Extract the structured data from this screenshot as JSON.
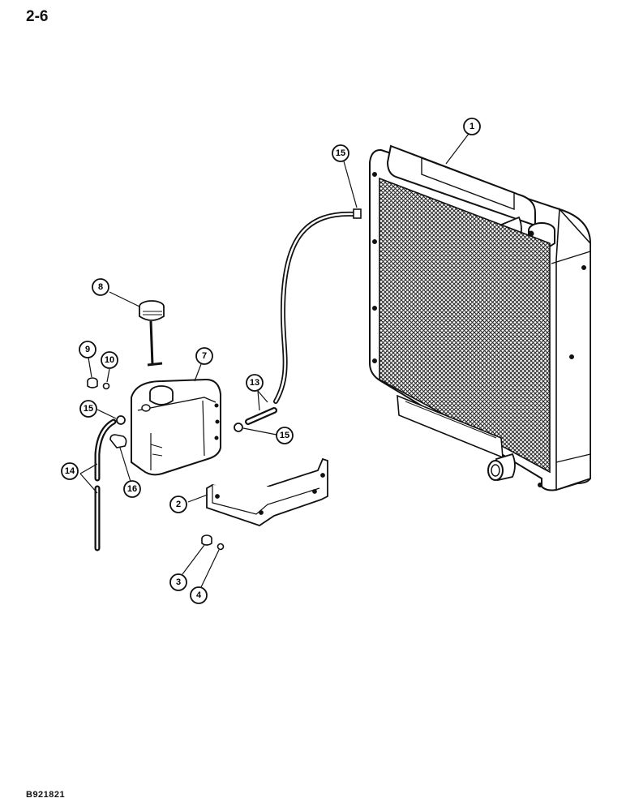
{
  "page": {
    "number": "2-6",
    "figure_code": "B921821"
  },
  "callouts": [
    {
      "id": "c1",
      "label": "1"
    },
    {
      "id": "c15a",
      "label": "15"
    },
    {
      "id": "c8",
      "label": "8"
    },
    {
      "id": "c9",
      "label": "9"
    },
    {
      "id": "c10",
      "label": "10"
    },
    {
      "id": "c7",
      "label": "7"
    },
    {
      "id": "c13",
      "label": "13"
    },
    {
      "id": "c15b",
      "label": "15"
    },
    {
      "id": "c15c",
      "label": "15"
    },
    {
      "id": "c14",
      "label": "14"
    },
    {
      "id": "c16",
      "label": "16"
    },
    {
      "id": "c2",
      "label": "2"
    },
    {
      "id": "c3",
      "label": "3"
    },
    {
      "id": "c4",
      "label": "4"
    }
  ],
  "colors": {
    "line": "#111111",
    "paper": "#ffffff",
    "mesh": "#3a3a3a"
  }
}
